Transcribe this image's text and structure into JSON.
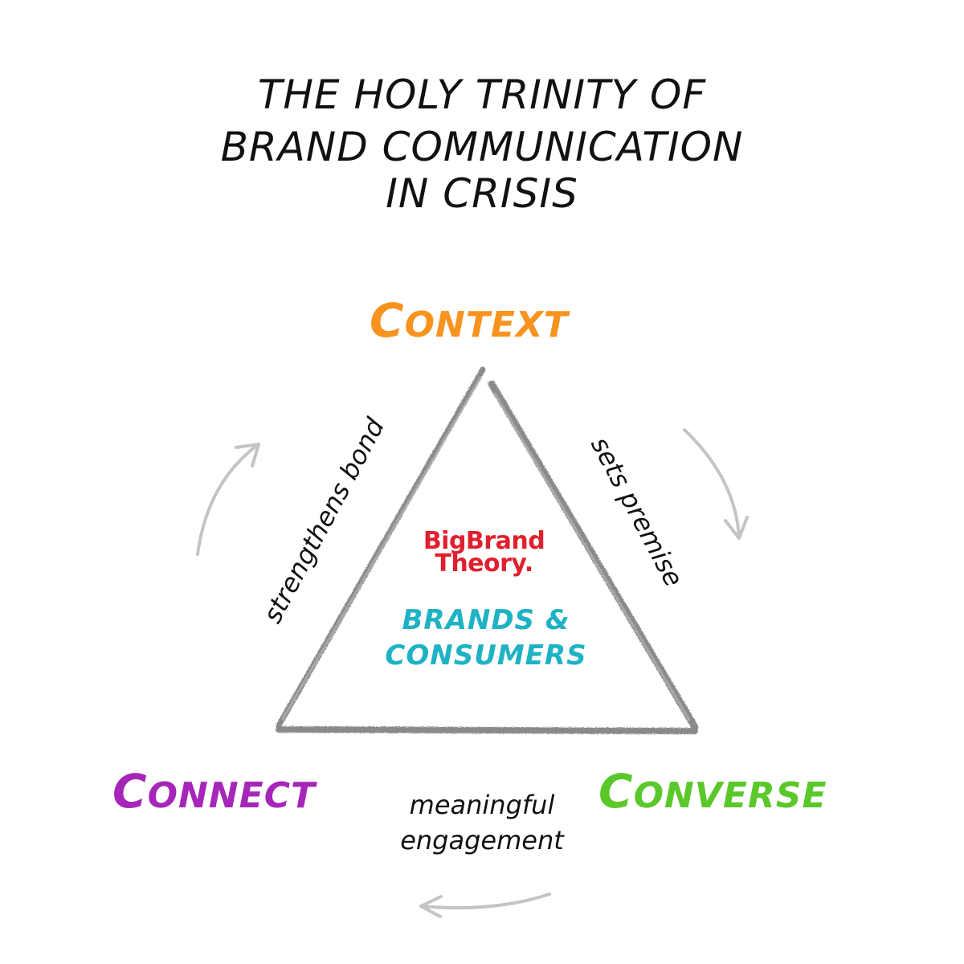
{
  "title": {
    "lines": [
      "THE HOLY TRINITY OF",
      "BRAND COMMUNICATION",
      "IN CRISIS"
    ]
  },
  "nodes": {
    "context": {
      "first": "C",
      "rest": "ontext"
    },
    "connect": {
      "first": "C",
      "rest": "onnect"
    },
    "converse": {
      "first": "C",
      "rest": "onverse"
    }
  },
  "edges": {
    "left": "strengthens bond",
    "right": "sets premise",
    "bottom": {
      "line1": "meaningful",
      "line2": "engagement"
    }
  },
  "center": {
    "logo": {
      "line1": "BigBrand",
      "line2": "Theory."
    },
    "subject": {
      "line1": "BRANDS &",
      "line2": "CONSUMERS"
    }
  },
  "colors": {
    "context": "#f7931e",
    "connect": "#a526b8",
    "converse": "#5ac82a",
    "subject": "#1eb2c4",
    "logo": "#e0202e",
    "triangle": "#8a8a8a",
    "arrow": "#c4c4c4",
    "text": "#111111"
  },
  "icons": {
    "arrows": [
      "curved-arrow-up-icon",
      "curved-arrow-down-icon",
      "curved-arrow-left-icon"
    ]
  }
}
